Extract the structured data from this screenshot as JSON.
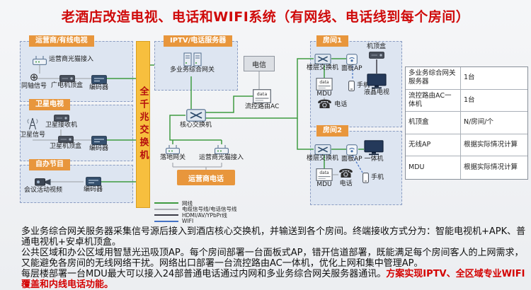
{
  "title": "老酒店改造电视、电话和WIFI系统（有网线、电话线到每个房间）",
  "bar": {
    "label": "全千兆交换机"
  },
  "groups": {
    "isp": {
      "header": "运营商/有线电视"
    },
    "satellite": {
      "header": "卫星电视"
    },
    "self_program": {
      "header": "自办节目"
    },
    "iptv": {
      "header": "IPTV/电话服务器"
    },
    "room1": {
      "header": "房间1"
    },
    "room2": {
      "header": "房间2"
    }
  },
  "labels": {
    "modem_access": "运营商光猫接入",
    "coax_signal": "同轴信号",
    "catv_stb": "广电机顶盒",
    "encoder": "编码器",
    "sat_receiver": "卫星接收机",
    "sat_signal": "卫星信号",
    "sat_stb": "卫星机顶盒",
    "meeting_video": "会议活动视频",
    "gateway": "多业务综合网关",
    "telecom": "电信",
    "core_switch": "核心交换机",
    "ac_router": "流控路由AC",
    "landing_gateway": "落地网关",
    "isp_phone": "运营商电话",
    "stb": "机顶盒",
    "floor_switch": "楼层交换机",
    "panel_ap": "面板AP",
    "mdu": "MDU",
    "mobile": "手机",
    "lcd_tv": "液晶电视",
    "telephone": "电话",
    "aio": "一体机",
    "data_tag": "data",
    "coax_glyph": "⊕",
    "phone_glyph": "☎"
  },
  "table": {
    "rows": [
      {
        "name": "多业务综合网关服务器",
        "qty": "1台"
      },
      {
        "name": "流控路由AC一体机",
        "qty": "1台"
      },
      {
        "name": "机顶盒",
        "qty": "N/房间/个"
      },
      {
        "name": "无线AP",
        "qty": "根据实际情况计算"
      },
      {
        "name": "MDU",
        "qty": "根据实际情况计算"
      }
    ]
  },
  "legend": {
    "items": [
      {
        "label": "网线",
        "color": "#3f9b41"
      },
      {
        "label": "电缆信号线/电话信号线",
        "color": "#a9adb3"
      },
      {
        "label": "HDMI/AV/YPbPr线",
        "color": "#3b3b46"
      },
      {
        "label": "WIFI",
        "color": "#4472c4"
      }
    ]
  },
  "notes": {
    "p1": "多业务综合网关服务器采集信号源后接入到酒店核心交换机，并输送到各个房间。终端接收方式分为：智能电视机+APK、普通电视机+安卓机顶盒。",
    "p2": "公共区域和办公区域用智慧光迅吸顶AP。每个房间部署一台面板式AP，错开信道部署，既能满足每个房间客人的上网需求，又能避免各房间的无线网络干扰。网络出口部署一台流控路由AC一体机，优化上网和集中管理AP。",
    "p3": "每层楼部署一台MDU最大可以接入24部普通电话通过内网和多业务综合网关服务器通讯。",
    "p3_red": "方案实现IPTV、全区域专业WIFI覆盖和内线电话功能。"
  },
  "colors": {
    "title_red": "#cf0a0a",
    "header_orange": "#e8963c",
    "bar_yellow": "#f7bf3e",
    "bar_text_red": "#b40d0d",
    "group_fill": "#dde5f1",
    "net_green": "#3f9b41",
    "cable_gray": "#a9adb3",
    "hdmi_dark": "#3b3b46",
    "wifi_blue": "#4472c4"
  }
}
